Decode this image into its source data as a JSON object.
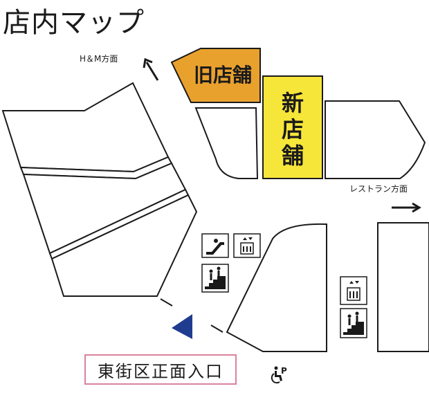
{
  "title": "店内マップ",
  "directions": {
    "hm": "H＆M方面",
    "restaurant": "レストラン方面"
  },
  "stores": {
    "old_store": {
      "label": "旧店舗",
      "color": "#e9a12e"
    },
    "new_store": {
      "label_chars": [
        "新",
        "店",
        "舗"
      ],
      "color": "#f7e63a"
    }
  },
  "entrance": {
    "label": "東街区正面入口",
    "border_color": "#d9829b"
  },
  "entrance_marker_color": "#1f3c8f",
  "facility_icons": [
    "escalator-icon",
    "elevator-icon",
    "stairs-icon",
    "elevator-icon",
    "stairs-icon",
    "accessible-parking-icon"
  ],
  "parking_mark": "P"
}
